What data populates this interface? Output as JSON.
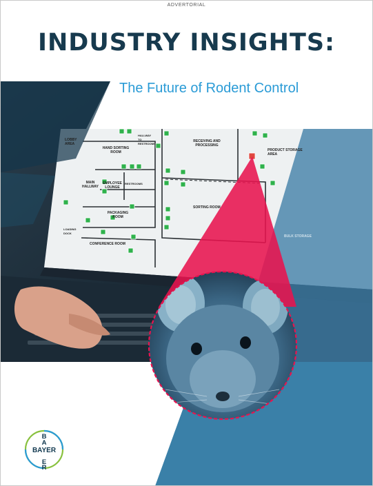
{
  "header": {
    "label": "ADVERTORIAL"
  },
  "cover": {
    "title": "INDUSTRY INSIGHTS:",
    "subtitle": "The Future of Rodent Control"
  },
  "floorplan": {
    "rooms": [
      "LOBBY AREA",
      "HAND SORTING ROOM",
      "HALLWAY TO RESTROOMS",
      "RECEIVING AND PROCESSING",
      "PRODUCT STORAGE AREA",
      "MAIN HALLWAY",
      "EMPLOYEE LOUNGE",
      "RESTROOMS",
      "SORTING ROOM",
      "PACKAGING ROOM",
      "LOADING DOCK",
      "CONFERENCE ROOM",
      "BULK STORAGE"
    ]
  },
  "brand": {
    "logo_text": "BAYER",
    "logo_letters": [
      "B",
      "A",
      "Y",
      "E",
      "R"
    ]
  },
  "colors": {
    "navy": "#173a4e",
    "blue": "#2a9bd6",
    "steel_blue": "#3f7ea6",
    "magenta": "#e8134f",
    "marker_green": "#2fb24c"
  }
}
